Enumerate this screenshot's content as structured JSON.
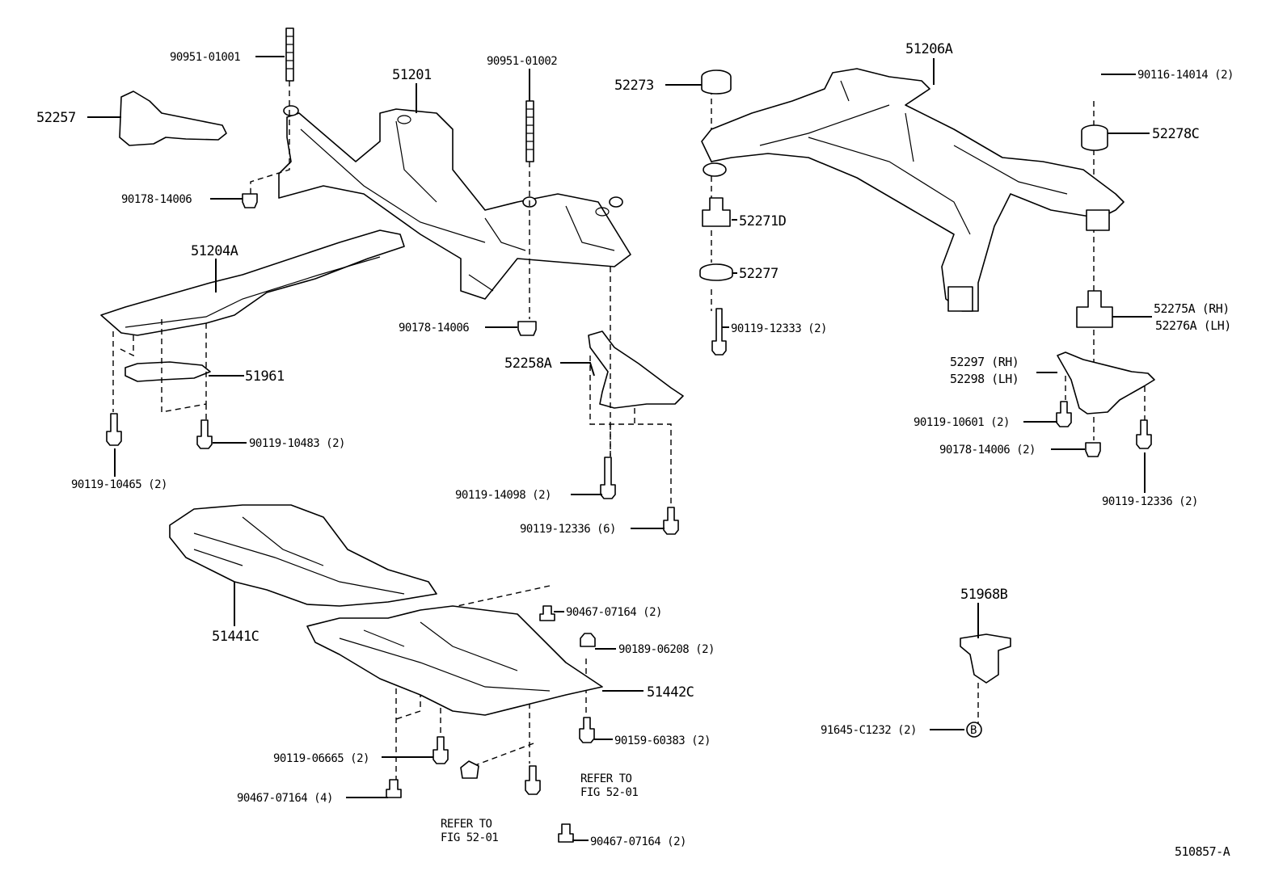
{
  "diagram_id": "510857-A",
  "parts": {
    "p90951_01001": "90951-01001",
    "p51201": "51201",
    "p90951_01002": "90951-01002",
    "p52257": "52257",
    "p90178_14006_a": "90178-14006",
    "p51204A": "51204A",
    "p51961": "51961",
    "p90119_10483": "90119-10483 (2)",
    "p90119_10465": "90119-10465 (2)",
    "p90178_14006_b": "90178-14006",
    "p52258A": "52258A",
    "p90119_14098": "90119-14098 (2)",
    "p90119_12336_6": "90119-12336 (6)",
    "p52273": "52273",
    "p51206A": "51206A",
    "p90116_14014": "90116-14014 (2)",
    "p52278C": "52278C",
    "p52271D": "52271D",
    "p52277": "52277",
    "p90119_12333": "90119-12333 (2)",
    "p52275A": "52275A (RH)",
    "p52276A": "52276A (LH)",
    "p52297": "52297 (RH)",
    "p52298": "52298 (LH)",
    "p90119_10601": "90119-10601 (2)",
    "p90178_14006_c": "90178-14006 (2)",
    "p90119_12336_2": "90119-12336 (2)",
    "p51968B": "51968B",
    "p91645_C1232": "91645-C1232 (2)",
    "p51441C": "51441C",
    "p90467_07164_a": "90467-07164 (2)",
    "p90189_06208": "90189-06208 (2)",
    "p51442C": "51442C",
    "p90159_60383": "90159-60383 (2)",
    "p90119_06665": "90119-06665 (2)",
    "p90467_07164_b": "90467-07164 (4)",
    "p90467_07164_c": "90467-07164 (2)"
  },
  "refer": {
    "line1": "REFER TO",
    "line2": "FIG 52-01"
  },
  "callout_b": "B"
}
